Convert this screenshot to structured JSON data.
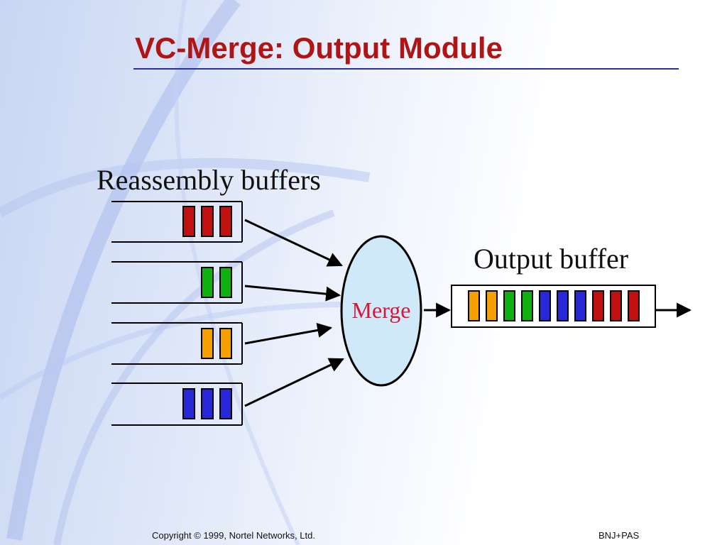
{
  "slide": {
    "title": "VC-Merge: Output Module",
    "reassembly_label": "Reassembly buffers",
    "merge_label": "Merge",
    "output_label": "Output buffer",
    "footer_left": "Copyright © 1999, Nortel Networks, Ltd.",
    "footer_right": "BNJ+PAS"
  },
  "colors": {
    "red": "#c01010",
    "green": "#10b010",
    "orange": "#f5a000",
    "blue": "#2828d8",
    "merge_fill": "#cfe9f8",
    "title": "#b01515"
  },
  "diagram": {
    "reassembly_buffers": [
      {
        "color": "red",
        "cells": 3
      },
      {
        "color": "green",
        "cells": 2
      },
      {
        "color": "orange",
        "cells": 2
      },
      {
        "color": "blue",
        "cells": 3
      }
    ],
    "output_buffer_cells": [
      "orange",
      "orange",
      "green",
      "green",
      "blue",
      "blue",
      "blue",
      "red",
      "red",
      "red"
    ]
  }
}
